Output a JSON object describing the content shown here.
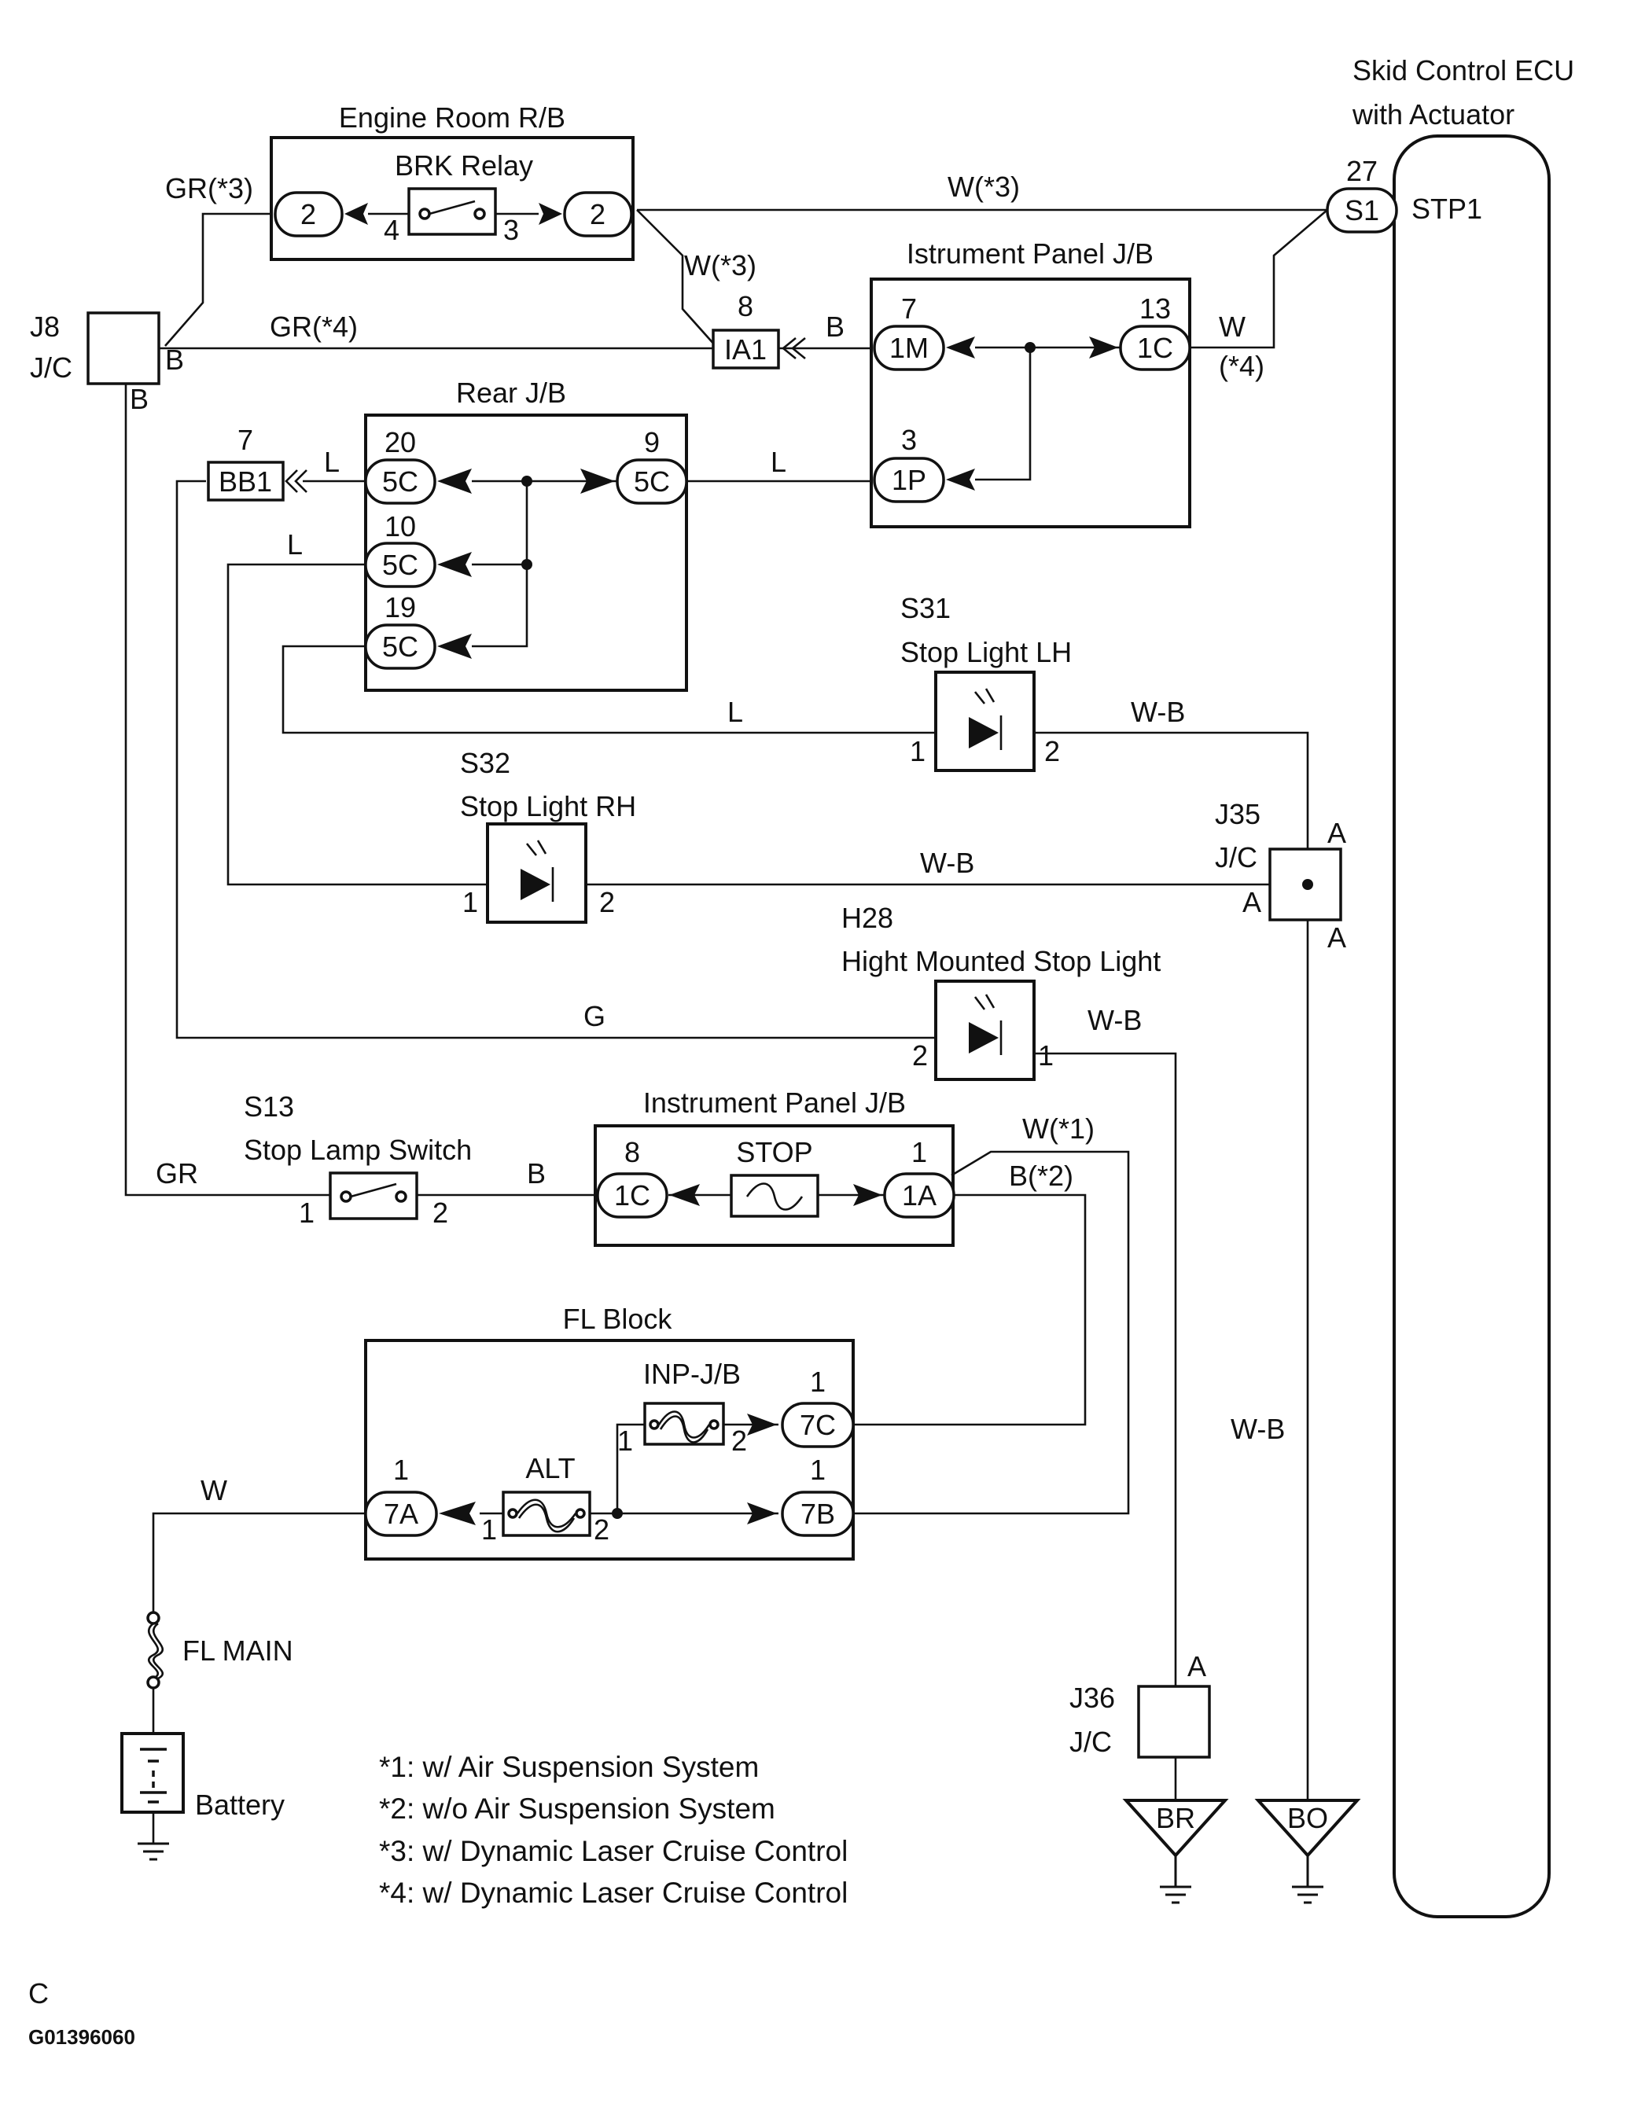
{
  "ecu": {
    "title_line1": "Skid Control ECU",
    "title_line2": "with Actuator",
    "pin_num": "27",
    "pin": "S1",
    "terminal": "STP1"
  },
  "engine_rb": {
    "title": "Engine Room R/B",
    "relay": "BRK Relay",
    "left_pin": "2",
    "right_pin": "2",
    "num_left": "4",
    "num_right": "3"
  },
  "ip_jb_top": {
    "title": "Istrument Panel J/B",
    "p1": "1M",
    "p1_num": "7",
    "p2": "1C",
    "p2_num": "13",
    "p3": "1P",
    "p3_num": "3"
  },
  "rear_jb": {
    "title": "Rear J/B",
    "a": "5C",
    "a_num": "20",
    "b": "5C",
    "b_num": "9",
    "c": "5C",
    "c_num": "10",
    "d": "5C",
    "d_num": "19"
  },
  "connectors": {
    "ia1": "IA1",
    "ia1_num": "8",
    "bb1": "BB1",
    "bb1_num": "7"
  },
  "j8": {
    "line1": "J8",
    "line2": "J/C",
    "pin_b1": "B",
    "pin_b2": "B"
  },
  "j35": {
    "line1": "J35",
    "line2": "J/C",
    "a1": "A",
    "a2": "A",
    "a3": "A"
  },
  "j36": {
    "line1": "J36",
    "line2": "J/C",
    "a": "A"
  },
  "s31": {
    "code": "S31",
    "name": "Stop Light LH",
    "p1": "1",
    "p2": "2"
  },
  "s32": {
    "code": "S32",
    "name": "Stop Light RH",
    "p1": "1",
    "p2": "2"
  },
  "h28": {
    "code": "H28",
    "name": "Hight Mounted Stop Light",
    "p1": "2",
    "p2": "1"
  },
  "s13": {
    "code": "S13",
    "name": "Stop Lamp Switch",
    "p1": "1",
    "p2": "2"
  },
  "ip_jb_bottom": {
    "title": "Instrument Panel J/B",
    "left": "1C",
    "left_num": "8",
    "fuse": "STOP",
    "right": "1A",
    "right_num": "1"
  },
  "fl_block": {
    "title": "FL Block",
    "inp": "INP-J/B",
    "alt": "ALT",
    "c7c": "7C",
    "c7c_num": "1",
    "c7a": "7A",
    "c7a_num": "1",
    "c7b": "7B",
    "c7b_num": "1",
    "inp_1": "1",
    "inp_2": "2",
    "alt_1": "1",
    "alt_2": "2"
  },
  "wires": {
    "gr3": "GR(*3)",
    "w3_top": "W(*3)",
    "w3_mid": "W(*3)",
    "gr4": "GR(*4)",
    "b_ia1": "B",
    "w4_a": "W",
    "w4_b": "(*4)",
    "l_bb1": "L",
    "l_rear": "L",
    "l_mid": "L",
    "l_s31": "L",
    "wb_s31": "W-B",
    "wb_s32": "W-B",
    "g": "G",
    "wb_h28": "W-B",
    "gr_s13": "GR",
    "b_s13": "B",
    "w1": "W(*1)",
    "b2": "B(*2)",
    "w_main": "W",
    "wb_long": "W-B"
  },
  "fl_main": "FL MAIN",
  "battery": "Battery",
  "grounds": {
    "br": "BR",
    "bo": "BO"
  },
  "notes": [
    "*1: w/ Air Suspension System",
    "*2: w/o Air Suspension System",
    "*3: w/ Dynamic Laser Cruise Control",
    "*4: w/ Dynamic Laser Cruise Control"
  ],
  "footer": {
    "letter": "C",
    "code": "G01396060"
  }
}
